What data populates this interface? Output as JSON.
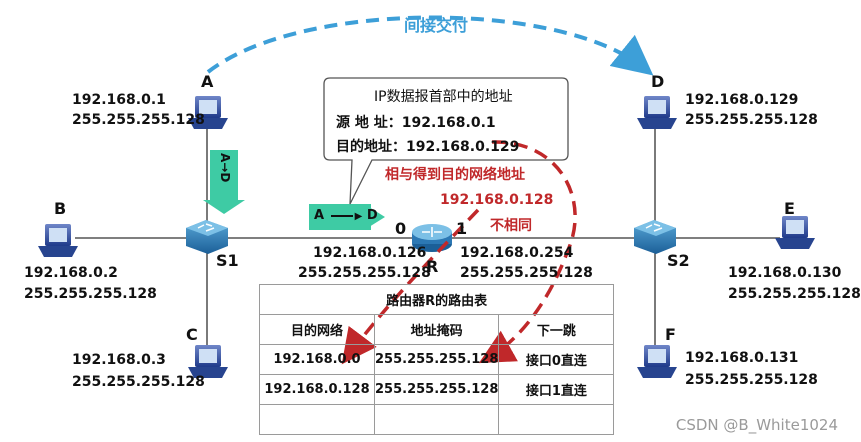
{
  "indirect_label": "间接交付",
  "hosts": {
    "A": {
      "name": "A",
      "ip": "192.168.0.1",
      "mask": "255.255.255.128"
    },
    "B": {
      "name": "B",
      "ip": "192.168.0.2",
      "mask": "255.255.255.128"
    },
    "C": {
      "name": "C",
      "ip": "192.168.0.3",
      "mask": "255.255.255.128"
    },
    "D": {
      "name": "D",
      "ip": "192.168.0.129",
      "mask": "255.255.255.128"
    },
    "E": {
      "name": "E",
      "ip": "192.168.0.130",
      "mask": "255.255.255.128"
    },
    "F": {
      "name": "F",
      "ip": "192.168.0.131",
      "mask": "255.255.255.128"
    }
  },
  "switches": {
    "s1": "S1",
    "s2": "S2"
  },
  "router": {
    "name": "R",
    "port0": "0",
    "port1": "1",
    "if0": {
      "ip": "192.168.0.126",
      "mask": "255.255.255.128"
    },
    "if1": {
      "ip": "192.168.0.254",
      "mask": "255.255.255.128"
    }
  },
  "arrows": {
    "vertical": "A→D",
    "horiz_from": "A",
    "horiz_to": "D"
  },
  "callout": {
    "title": "IP数据报首部中的地址",
    "src_label": "源 地 址：",
    "src_value": "192.168.0.1",
    "dst_label": "目的地址：",
    "dst_value": "192.168.0.129"
  },
  "annotations": {
    "and_result": "相与得到目的网络地址",
    "net_addr": "192.168.0.128",
    "not_same": "不相同"
  },
  "routing_table": {
    "title": "路由器R的路由表",
    "headers": [
      "目的网络",
      "地址掩码",
      "下一跳"
    ],
    "rows": [
      [
        "192.168.0.0",
        "255.255.255.128",
        "接口0直连"
      ],
      [
        "192.168.0.128",
        "255.255.255.128",
        "接口1直连"
      ],
      [
        "",
        "",
        ""
      ]
    ]
  },
  "watermark": "CSDN @B_White1024",
  "colors": {
    "teal": "#3ecba4",
    "red": "#c0282a",
    "blue": "#3d9fd8"
  }
}
